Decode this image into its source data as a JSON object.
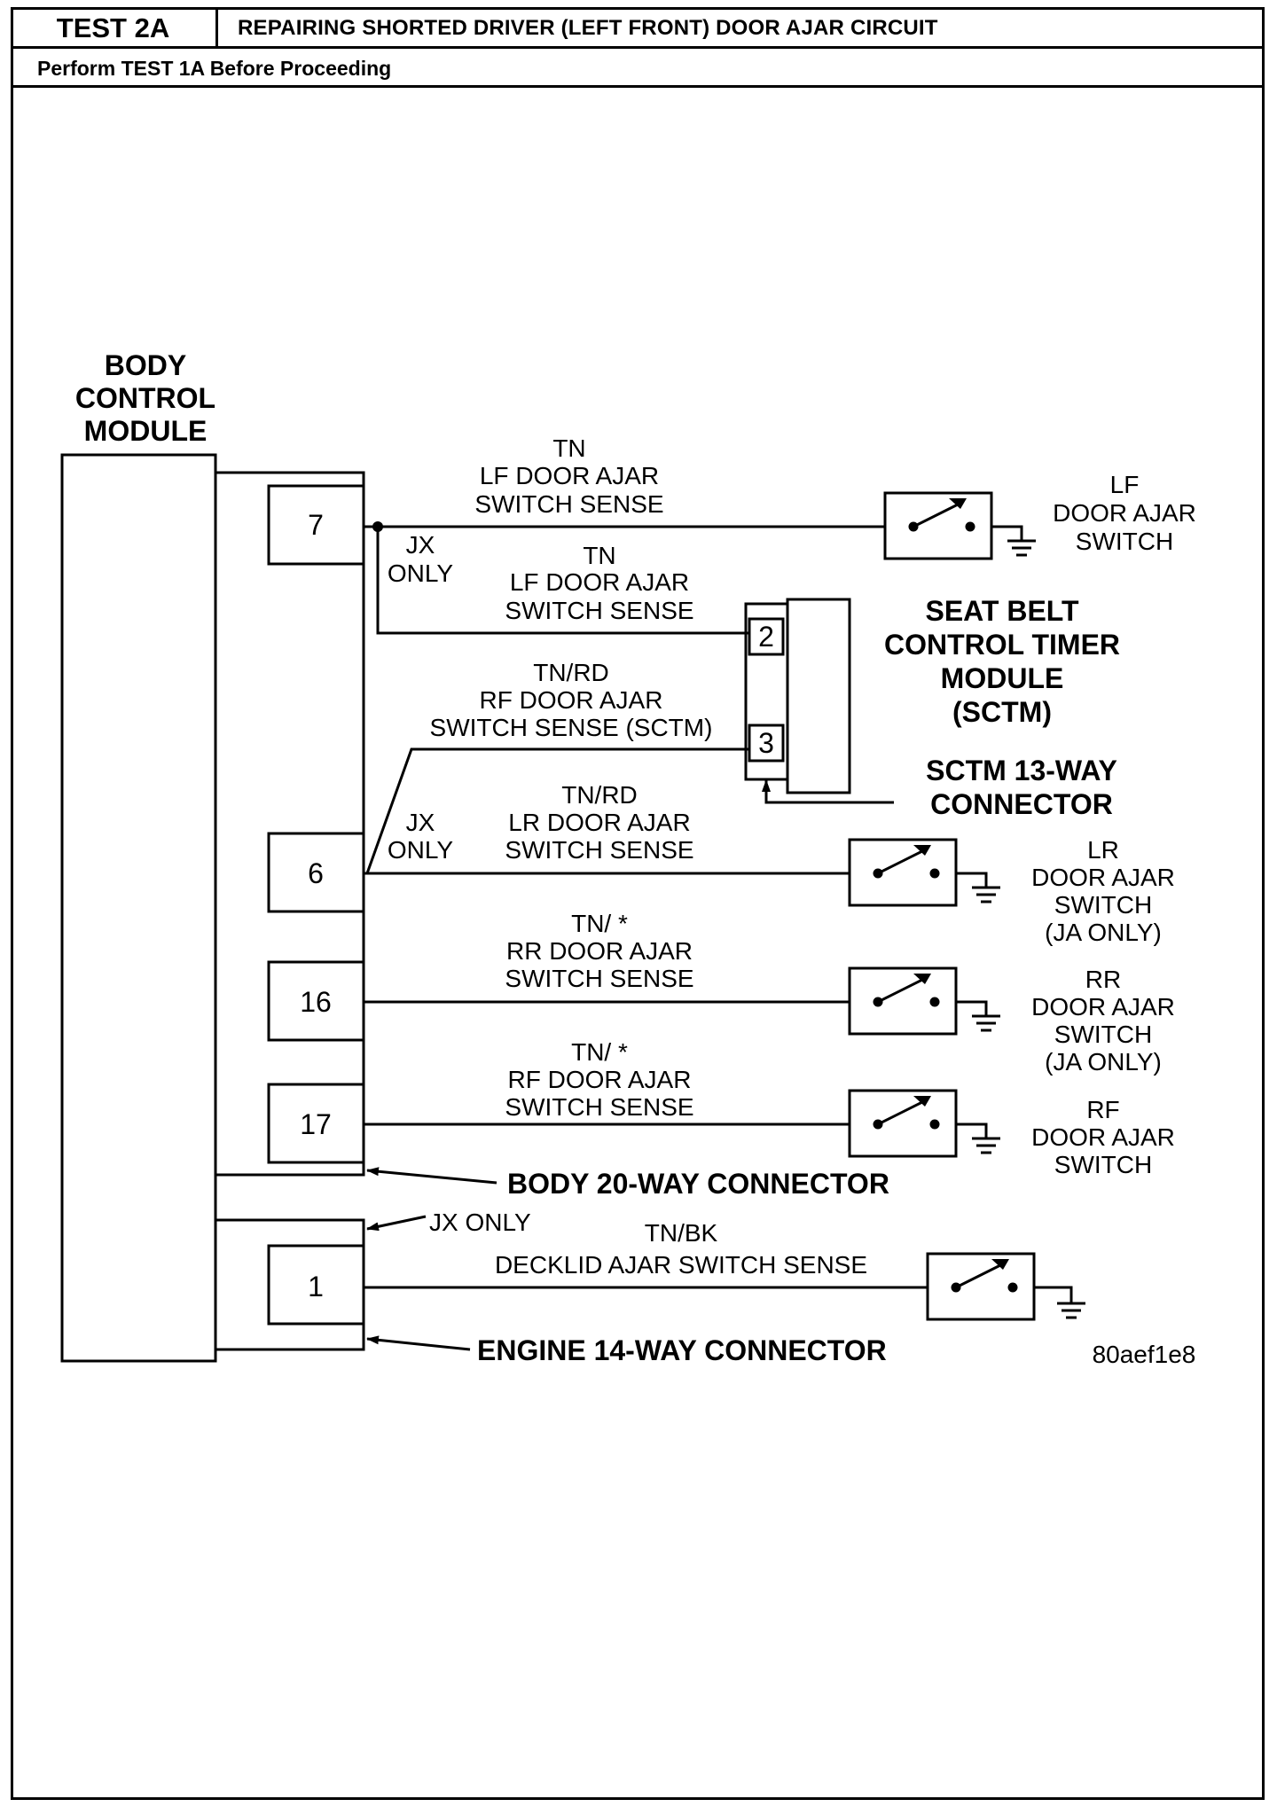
{
  "header": {
    "test_id": "TEST 2A",
    "title": "REPAIRING SHORTED DRIVER (LEFT FRONT) DOOR AJAR CIRCUIT",
    "subtitle": "Perform TEST 1A Before Proceeding"
  },
  "diagram": {
    "bcm": {
      "line1": "BODY",
      "line2": "CONTROL",
      "line3": "MODULE"
    },
    "pins": {
      "p7": "7",
      "p6": "6",
      "p16": "16",
      "p17": "17",
      "p1": "1",
      "sctm2": "2",
      "sctm3": "3"
    },
    "wires": {
      "lf_color": "TN",
      "lf_label1": "LF DOOR AJAR",
      "lf_label2": "SWITCH SENSE",
      "sctm2_color": "TN",
      "sctm2_label1": "LF DOOR AJAR",
      "sctm2_label2": "SWITCH SENSE",
      "sctm3_color": "TN/RD",
      "sctm3_label1": "RF DOOR AJAR",
      "sctm3_label2": "SWITCH SENSE (SCTM)",
      "lr_color": "TN/RD",
      "lr_label1": "LR DOOR AJAR",
      "lr_label2": "SWITCH SENSE",
      "rr_color": "TN/ *",
      "rr_label1": "RR DOOR AJAR",
      "rr_label2": "SWITCH SENSE",
      "rf_color": "TN/ *",
      "rf_label1": "RF DOOR AJAR",
      "rf_label2": "SWITCH SENSE",
      "decklid_color": "TN/BK",
      "decklid_label": "DECKLID AJAR SWITCH SENSE"
    },
    "notes": {
      "jx1_l1": "JX",
      "jx1_l2": "ONLY",
      "jx2_l1": "JX",
      "jx2_l2": "ONLY",
      "jx3": "JX ONLY"
    },
    "sctm": {
      "line1": "SEAT BELT",
      "line2": "CONTROL TIMER",
      "line3": "MODULE",
      "line4": "(SCTM)",
      "conn_line1": "SCTM 13-WAY",
      "conn_line2": "CONNECTOR"
    },
    "switches": {
      "lf": {
        "l1": "LF",
        "l2": "DOOR AJAR",
        "l3": "SWITCH"
      },
      "lr": {
        "l1": "LR",
        "l2": "DOOR AJAR",
        "l3": "SWITCH",
        "l4": "(JA ONLY)"
      },
      "rr": {
        "l1": "RR",
        "l2": "DOOR AJAR",
        "l3": "SWITCH",
        "l4": "(JA ONLY)"
      },
      "rf": {
        "l1": "RF",
        "l2": "DOOR AJAR",
        "l3": "SWITCH"
      }
    },
    "connectors": {
      "body20": "BODY 20-WAY CONNECTOR",
      "engine14": "ENGINE 14-WAY CONNECTOR"
    },
    "figure_id": "80aef1e8"
  }
}
